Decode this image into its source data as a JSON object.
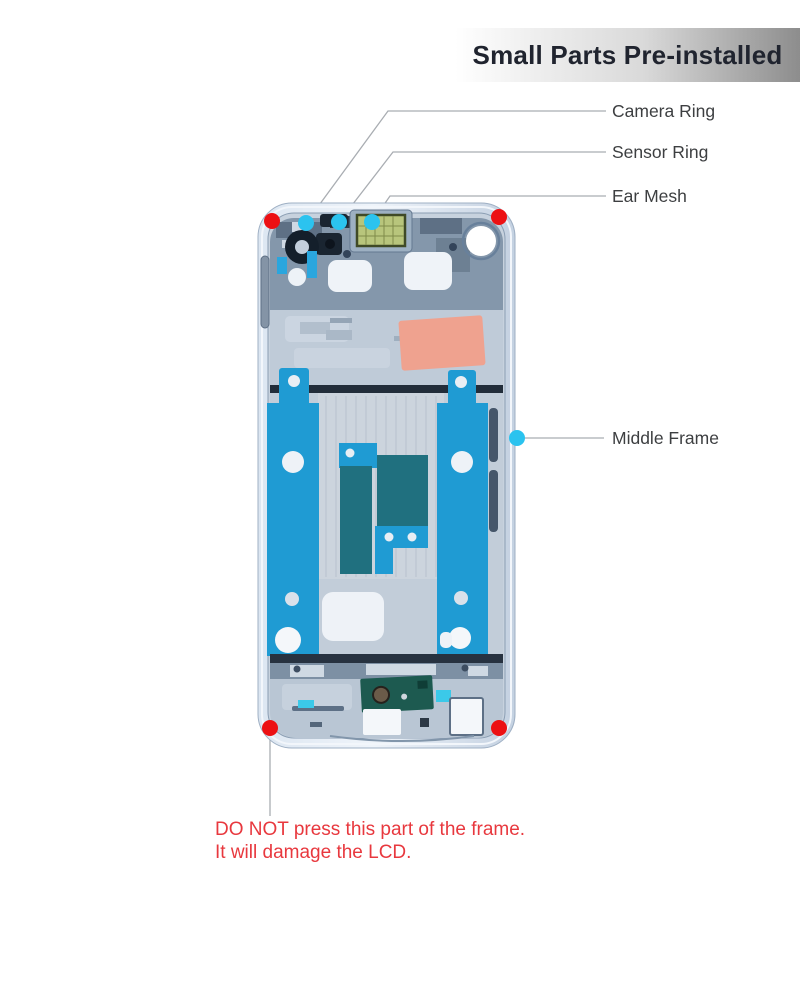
{
  "banner": {
    "text": "Small Parts Pre-installed"
  },
  "labels": {
    "camera_ring": "Camera Ring",
    "sensor_ring": "Sensor Ring",
    "ear_mesh": "Ear Mesh",
    "middle_frame": "Middle Frame"
  },
  "warning": {
    "line1": "DO NOT press this part of the frame.",
    "line2": "It will damage the LCD."
  },
  "colors": {
    "marker_red": "#ec1013",
    "marker_cyan": "#2bc3ef",
    "leader_line": "#a9adb2",
    "banner_text": "#20242f",
    "warning_text": "#e8383e",
    "frame_silver": "#d6e0ec",
    "adhesive_blue": "#1f9bd3",
    "adhesive_teal": "#20707f",
    "sticker_salmon": "#efa28f",
    "mesh_green": "#b8c57c"
  }
}
